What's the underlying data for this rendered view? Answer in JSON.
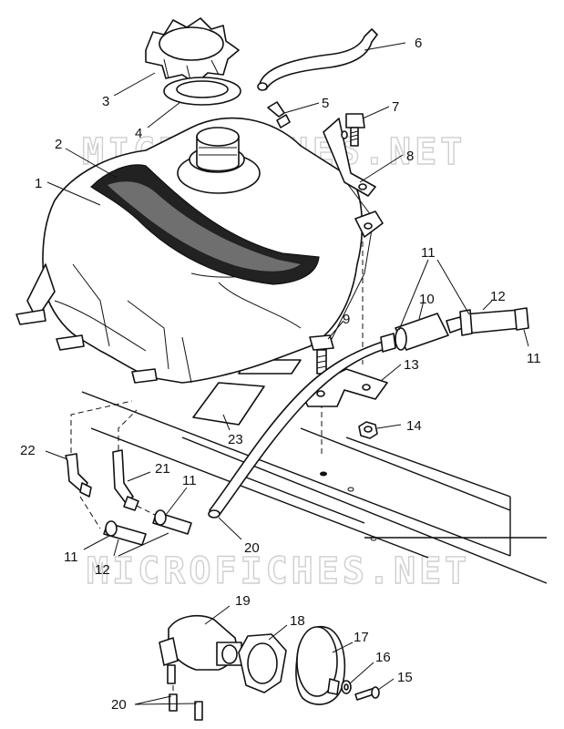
{
  "watermark": "MICROFICHES.NET",
  "callouts": [
    {
      "id": "c1",
      "text": "1"
    },
    {
      "id": "c2",
      "text": "2"
    },
    {
      "id": "c3",
      "text": "3"
    },
    {
      "id": "c4",
      "text": "4"
    },
    {
      "id": "c5",
      "text": "5"
    },
    {
      "id": "c6",
      "text": "6"
    },
    {
      "id": "c7",
      "text": "7"
    },
    {
      "id": "c8",
      "text": "8"
    },
    {
      "id": "c9",
      "text": "9"
    },
    {
      "id": "c10",
      "text": "10"
    },
    {
      "id": "c11a",
      "text": "11"
    },
    {
      "id": "c11b",
      "text": "11"
    },
    {
      "id": "c11c",
      "text": "11"
    },
    {
      "id": "c11d",
      "text": "11"
    },
    {
      "id": "c12a",
      "text": "12"
    },
    {
      "id": "c12b",
      "text": "12"
    },
    {
      "id": "c13",
      "text": "13"
    },
    {
      "id": "c14",
      "text": "14"
    },
    {
      "id": "c15",
      "text": "15"
    },
    {
      "id": "c16",
      "text": "16"
    },
    {
      "id": "c17",
      "text": "17"
    },
    {
      "id": "c18",
      "text": "18"
    },
    {
      "id": "c19",
      "text": "19"
    },
    {
      "id": "c20a",
      "text": "20"
    },
    {
      "id": "c20b",
      "text": "20"
    },
    {
      "id": "c21",
      "text": "21"
    },
    {
      "id": "c22",
      "text": "22"
    },
    {
      "id": "c23",
      "text": "23"
    }
  ]
}
